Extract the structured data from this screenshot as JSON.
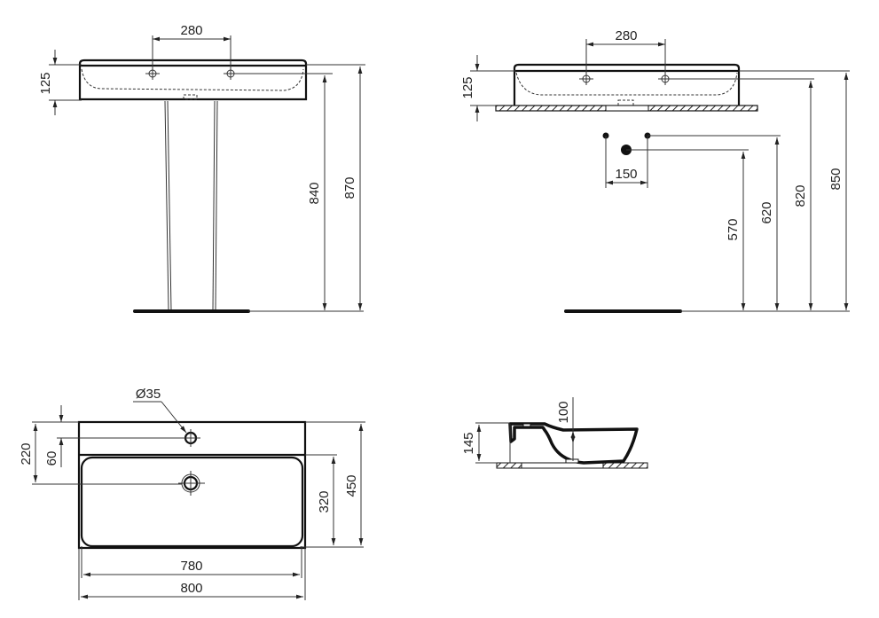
{
  "drawing": {
    "units": "mm",
    "views": [
      {
        "id": "front-pedestal",
        "title": "Front view with pedestal",
        "dimensions": {
          "tap_hole_spacing": "280",
          "basin_height": "125",
          "height_to_tap_holes": "840",
          "height_to_top": "870"
        }
      },
      {
        "id": "front-wall-hung",
        "title": "Front view wall-hung / furniture",
        "dimensions": {
          "tap_hole_spacing": "280",
          "basin_height": "125",
          "supply_spacing": "150",
          "waste_height": "570",
          "supply_height": "620",
          "height_to_tap_holes": "820",
          "height_to_top": "850"
        }
      },
      {
        "id": "top-plan",
        "title": "Top plan view",
        "dimensions": {
          "tap_hole_diameter": "Ø35",
          "depth_to_waste": "220",
          "depth_to_tap_hole": "60",
          "bowl_depth": "320",
          "overall_depth": "450",
          "bowl_width": "780",
          "overall_width": "800"
        }
      },
      {
        "id": "side-section",
        "title": "Side section",
        "dimensions": {
          "overall_height": "145",
          "bowl_depth": "100"
        }
      }
    ]
  },
  "colors": {
    "line": "#111111",
    "background": "#ffffff"
  }
}
